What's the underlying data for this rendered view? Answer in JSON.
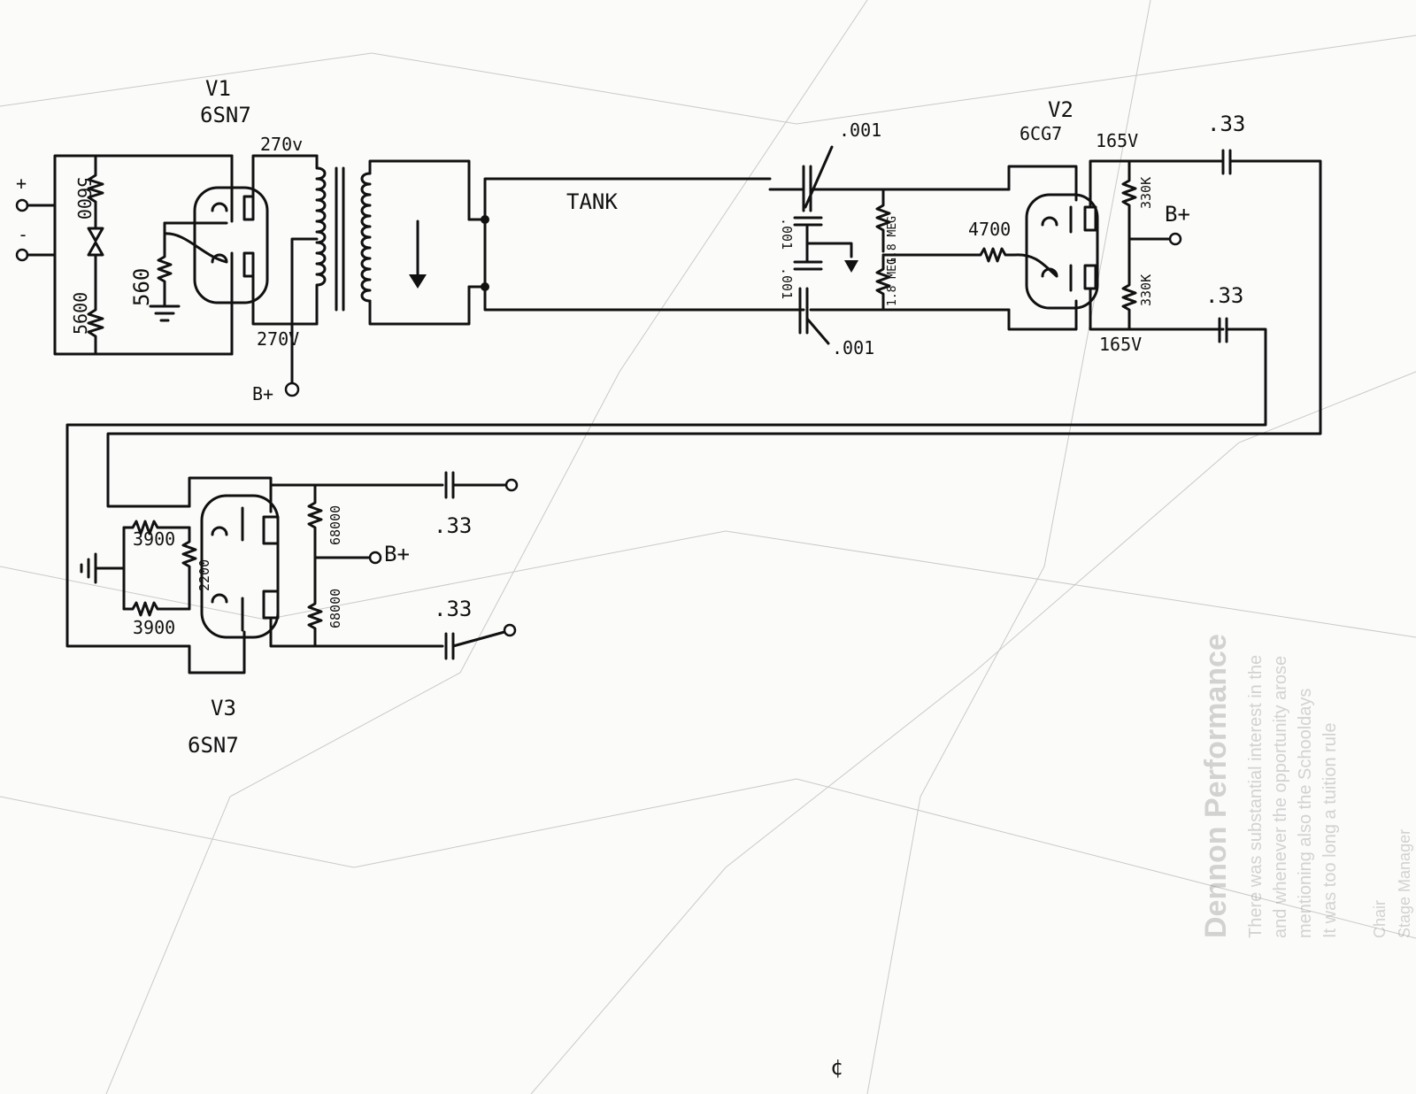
{
  "labels": {
    "v1_name": "V1",
    "v1_type": "6SN7",
    "v2_name": "V2",
    "v2_type": "6CG7",
    "v3_name": "V3",
    "v3_type": "6SN7",
    "in_plus": "+",
    "in_minus": "-",
    "r_top_left": "5600",
    "r_bot_left": "5600",
    "r_560": "560",
    "v_270_top": "270v",
    "v_270_bot": "270V",
    "bplus_v1": "B+",
    "tank": "TANK",
    "cap_001_top": ".001",
    "cap_001_bot": ".001",
    "cap_001_a": ".001",
    "cap_001_b": ".001",
    "r_18meg_top": "1.8 MEG",
    "r_18meg_bot": "1.8 MEG",
    "r_4700": "4700",
    "v_165_top": "165V",
    "v_165_bot": "165V",
    "r_330k_top": "330K",
    "r_330k_bot": "330K",
    "bplus_v2": "B+",
    "cap_33_top": ".33",
    "cap_33_bot": ".33",
    "r_3900_top": "3900",
    "r_3900_bot": "3900",
    "r_2200": "2200",
    "r_68000_top": "68000",
    "r_68000_bot": "68000",
    "bplus_v3": "B+",
    "cap_33_out_top": ".33",
    "cap_33_out_bot": ".33",
    "scribble": "¢"
  }
}
